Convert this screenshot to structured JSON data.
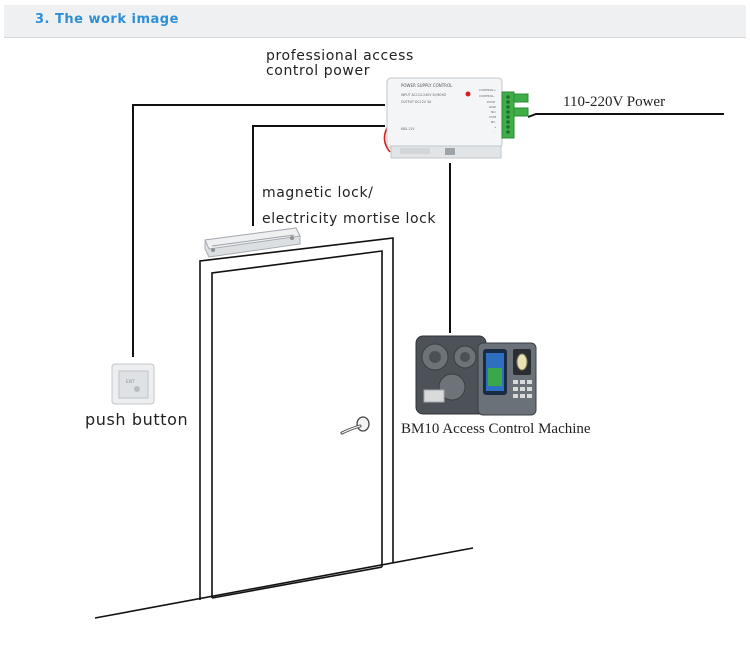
{
  "header": {
    "title": "3. The work image"
  },
  "labels": {
    "power_supply_line1": "professional access",
    "power_supply_line2": "control power",
    "mains": "110-220V Power",
    "lock_line1": "magnetic lock/",
    "lock_line2": "electricity mortise lock",
    "push_button": "push button",
    "machine": "BM10 Access Control Machine"
  },
  "device_text": {
    "psu_title": "POWER SUPPLY CONTROL",
    "psu_input": "INPUT AC110-240V 50/60HZ",
    "psu_output": "OUTPUT DC12V 3A",
    "psu_model": "K80-12V",
    "terminals": [
      "CONTROL+",
      "CONTROL-",
      "PUSH",
      "GND",
      "NO",
      "COM",
      "NC",
      "+",
      "-"
    ],
    "button_text": "EXIT"
  },
  "colors": {
    "header_text": "#2f8fd6",
    "header_bg": "#eef0f2",
    "wire": "#111111",
    "terminal_green": "#3fae49",
    "red_wire": "#d42020"
  }
}
